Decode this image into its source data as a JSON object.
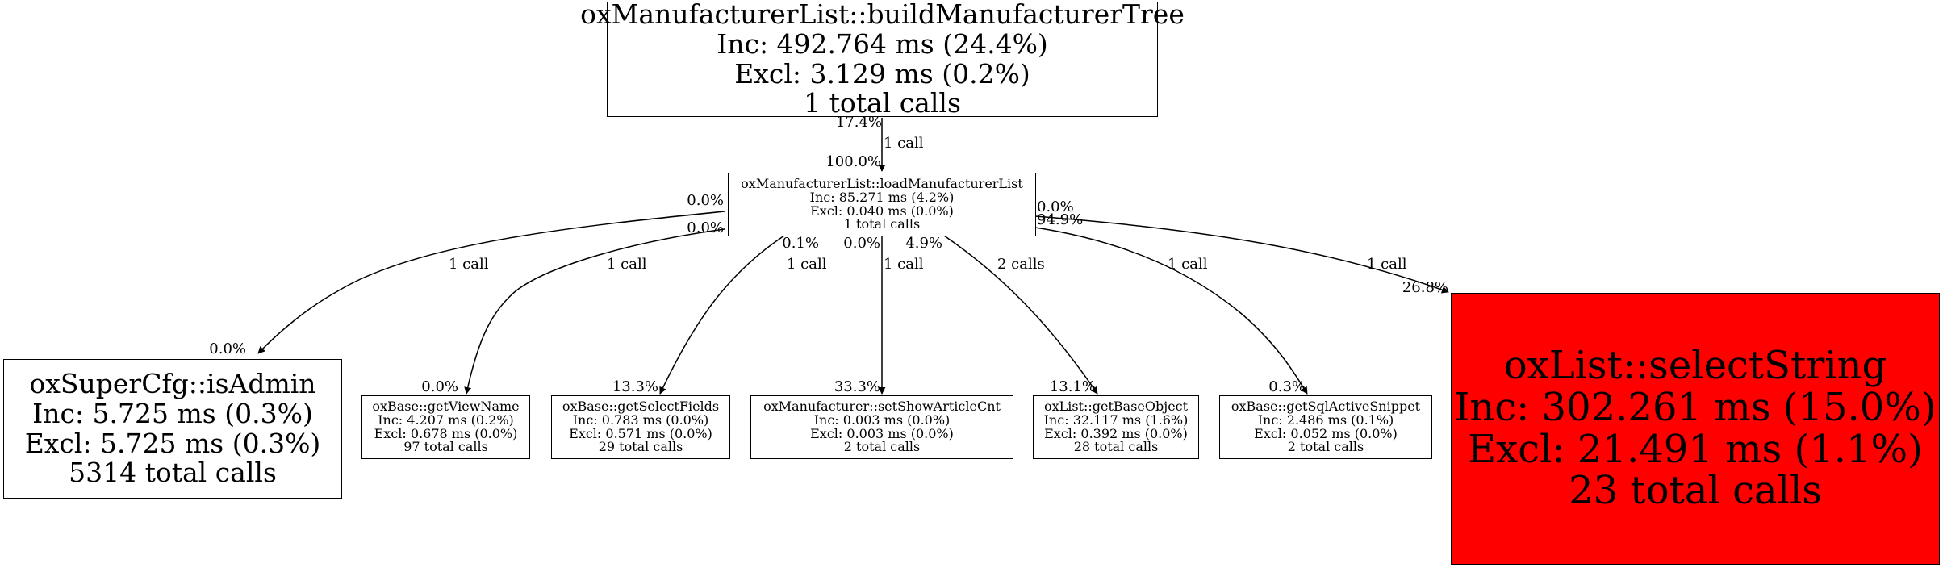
{
  "nodes": {
    "root": {
      "name": "oxManufacturerList::buildManufacturerTree",
      "inc": "Inc: 492.764 ms (24.4%)",
      "excl": "Excl: 3.129 ms (0.2%)",
      "calls": "1 total calls",
      "fill": "#ffffff"
    },
    "load": {
      "name": "oxManufacturerList::loadManufacturerList",
      "inc": "Inc: 85.271 ms (4.2%)",
      "excl": "Excl: 0.040 ms (0.0%)",
      "calls": "1 total calls",
      "fill": "#ffffff"
    },
    "isadmin": {
      "name": "oxSuperCfg::isAdmin",
      "inc": "Inc: 5.725 ms (0.3%)",
      "excl": "Excl: 5.725 ms (0.3%)",
      "calls": "5314 total calls",
      "fill": "#ffffff"
    },
    "viewname": {
      "name": "oxBase::getViewName",
      "inc": "Inc: 4.207 ms (0.2%)",
      "excl": "Excl: 0.678 ms (0.0%)",
      "calls": "97 total calls",
      "fill": "#ffffff"
    },
    "selectfields": {
      "name": "oxBase::getSelectFields",
      "inc": "Inc: 0.783 ms (0.0%)",
      "excl": "Excl: 0.571 ms (0.0%)",
      "calls": "29 total calls",
      "fill": "#ffffff"
    },
    "showarticle": {
      "name": "oxManufacturer::setShowArticleCnt",
      "inc": "Inc: 0.003 ms (0.0%)",
      "excl": "Excl: 0.003 ms (0.0%)",
      "calls": "2 total calls",
      "fill": "#ffffff"
    },
    "baseobject": {
      "name": "oxList::getBaseObject",
      "inc": "Inc: 32.117 ms (1.6%)",
      "excl": "Excl: 0.392 ms (0.0%)",
      "calls": "28 total calls",
      "fill": "#ffffff"
    },
    "sqlsnippet": {
      "name": "oxBase::getSqlActiveSnippet",
      "inc": "Inc: 2.486 ms (0.1%)",
      "excl": "Excl: 0.052 ms (0.0%)",
      "calls": "2 total calls",
      "fill": "#ffffff"
    },
    "selectstring": {
      "name": "oxList::selectString",
      "inc": "Inc: 302.261 ms (15.0%)",
      "excl": "Excl: 21.491 ms (1.1%)",
      "calls": "23 total calls",
      "fill": "#ff0000"
    }
  },
  "edges": [
    {
      "id": "root-load",
      "from": "root",
      "to": "load",
      "calls": "1 call",
      "src_pct": "17.4%",
      "dst_pct": "100.0%"
    },
    {
      "id": "load-isadmin",
      "from": "load",
      "to": "isadmin",
      "calls": "1 call",
      "src_pct": "0.0%",
      "dst_pct": "0.0%"
    },
    {
      "id": "load-viewname",
      "from": "load",
      "to": "viewname",
      "calls": "1 call",
      "src_pct": "0.0%",
      "dst_pct": "0.0%"
    },
    {
      "id": "load-selectfields",
      "from": "load",
      "to": "selectfields",
      "calls": "1 call",
      "src_pct": "0.1%",
      "dst_pct": "13.3%"
    },
    {
      "id": "load-showarticle",
      "from": "load",
      "to": "showarticle",
      "calls": "1 call",
      "src_pct": "0.0%",
      "dst_pct": "33.3%"
    },
    {
      "id": "load-baseobject",
      "from": "load",
      "to": "baseobject",
      "calls": "2 calls",
      "src_pct": "4.9%",
      "dst_pct": "13.1%"
    },
    {
      "id": "load-sqlsnippet",
      "from": "load",
      "to": "sqlsnippet",
      "calls": "1 call",
      "src_pct": "0.0%",
      "dst_pct": "0.3%"
    },
    {
      "id": "load-selectstring",
      "from": "load",
      "to": "selectstring",
      "calls": "1 call",
      "src_pct": "94.9%",
      "dst_pct": "26.8%"
    }
  ]
}
